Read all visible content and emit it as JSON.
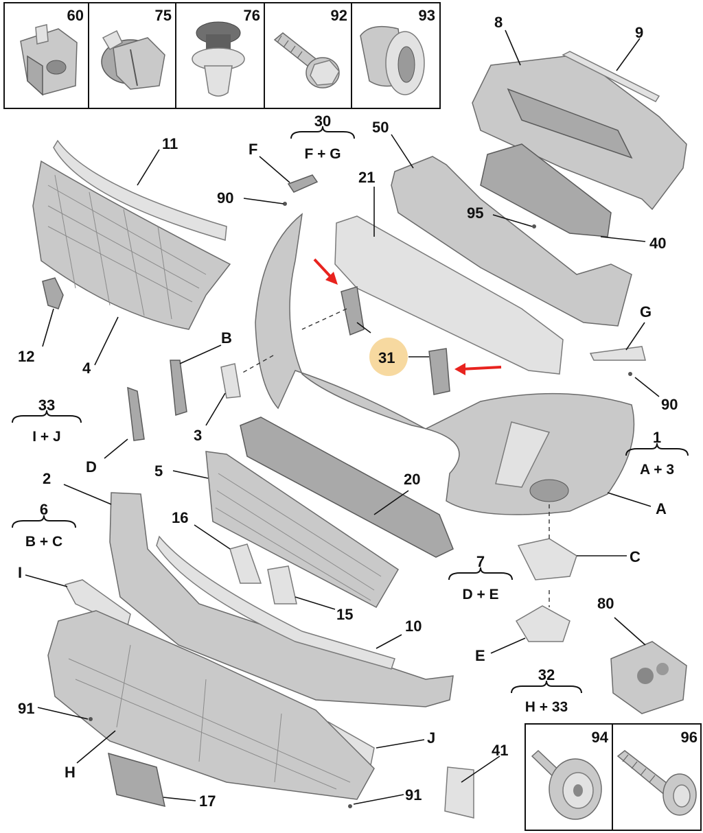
{
  "top_kit_boxes": [
    {
      "ref": "60",
      "icon": "cage-nut-icon"
    },
    {
      "ref": "75",
      "icon": "push-clip-icon"
    },
    {
      "ref": "76",
      "icon": "plastic-rivet-icon"
    },
    {
      "ref": "92",
      "icon": "flange-bolt-icon"
    },
    {
      "ref": "93",
      "icon": "grommet-icon"
    }
  ],
  "bottom_kit_boxes": [
    {
      "ref": "94",
      "icon": "washer-screw-icon"
    },
    {
      "ref": "96",
      "icon": "self-tapping-screw-icon"
    }
  ],
  "part_labels": {
    "p8": "8",
    "p9": "9",
    "p11": "11",
    "pF_top": "F",
    "p90_top": "90",
    "p50": "50",
    "p21": "21",
    "p95": "95",
    "p40": "40",
    "p4": "4",
    "p12": "12",
    "pB": "B",
    "p31": "31",
    "pG": "G",
    "p90_right": "90",
    "p3": "3",
    "pD": "D",
    "p5": "5",
    "p20": "20",
    "p2": "2",
    "pA": "A",
    "p16": "16",
    "pC": "C",
    "pI": "I",
    "p15": "15",
    "p10": "10",
    "p80": "80",
    "pE": "E",
    "p91_left": "91",
    "pJ": "J",
    "pH": "H",
    "p41": "41",
    "p17": "17",
    "p91_bottom": "91"
  },
  "kits": [
    {
      "ref": "30",
      "contents": "F + G"
    },
    {
      "ref": "33",
      "contents": "I + J"
    },
    {
      "ref": "1",
      "contents": "A + 3"
    },
    {
      "ref": "6",
      "contents": "B + C"
    },
    {
      "ref": "7",
      "contents": "D + E"
    },
    {
      "ref": "32",
      "contents": "H + 33"
    }
  ],
  "colors": {
    "highlight": "#f7d9a0",
    "arrow": "#e8231e"
  }
}
